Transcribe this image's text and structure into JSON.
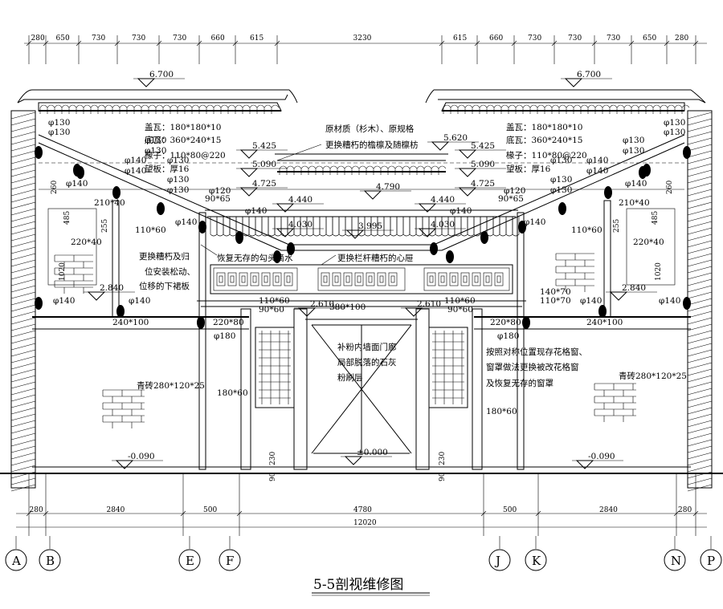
{
  "title": "5-5剖视维修图",
  "top_dimensions": [
    "280",
    "650",
    "730",
    "730",
    "730",
    "660",
    "615",
    "3230",
    "615",
    "660",
    "730",
    "730",
    "730",
    "650",
    "280"
  ],
  "bottom_dimensions": [
    "280",
    "2840",
    "500",
    "4780",
    "500",
    "2840",
    "280"
  ],
  "total_dimension": "12020",
  "grid_axes": [
    "A",
    "B",
    "E",
    "F",
    "J",
    "K",
    "N",
    "P"
  ],
  "elevations": {
    "ridge_left": "6.700",
    "ridge_right": "6.700",
    "center_ridge": "5.620",
    "left_5425": "5.425",
    "right_5425": "5.425",
    "left_5090": "5.090",
    "right_5090": "5.090",
    "left_4725": "4.725",
    "right_4725": "4.725",
    "center_4790": "4.790",
    "left_4440": "4.440",
    "right_4440": "4.440",
    "left_4030": "4.030",
    "right_4030": "4.030",
    "center_3995": "3.995",
    "left_2840": "2.840",
    "right_2840": "2.840",
    "left_2610": "2.610",
    "right_2610": "2.610",
    "floor": "±0.000",
    "ground_left": "-0.090",
    "ground_right": "-0.090"
  },
  "member_labels": {
    "d130": "φ130",
    "d140": "φ140",
    "d120": "φ120",
    "d180": "φ180",
    "s210x40": "210*40",
    "s220x40": "220*40",
    "s110x60": "110*60",
    "s240x100": "240*100",
    "s220x80": "220*80",
    "s90x60": "90*60",
    "s90x65": "90*65",
    "s380x100": "380*100",
    "s180x60": "180*60",
    "s140x70": "140*70",
    "s110x70": "110*70",
    "v260": "260",
    "v485": "485",
    "v255": "255",
    "v1020": "1020",
    "v230": "230",
    "v90": "90"
  },
  "spec_lines": [
    "盖瓦：180*180*10",
    "底瓦：360*240*15",
    "椽子：110*80@220",
    "望板：厚16"
  ],
  "notes": {
    "center_top": [
      "原材质（杉木）、原规格",
      "更换糟朽的檐檩及随檩枋"
    ],
    "left_purlin": [
      "更换糟朽及归",
      "位安装松动、",
      "位移的下裙板"
    ],
    "dripping": "恢复无存的勾头滴水",
    "railing": "更换栏杆糟朽的心屉",
    "plaster": [
      "补粉内墙面门廊",
      "局部脱落的石灰",
      "粉刷层"
    ],
    "lattice": [
      "按照对称位置现存花格窗、",
      "窗罩做法更换被改花格窗",
      "及恢复无存的窗罩"
    ],
    "brick_left": "青砖280*120*25",
    "brick_right": "青砖280*120*25"
  }
}
